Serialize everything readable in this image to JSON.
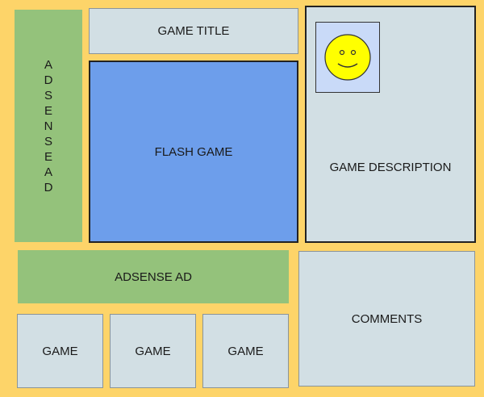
{
  "layout": {
    "ad_left_label": "ADSENSE AD",
    "game_title": "GAME TITLE",
    "flash_game": "FLASH GAME",
    "game_description": "GAME DESCRIPTION",
    "avatar_icon": "smiley-face-icon",
    "ad_bottom_label": "ADSENSE AD",
    "comments": "COMMENTS",
    "game_thumbs": [
      "GAME",
      "GAME",
      "GAME"
    ]
  },
  "colors": {
    "page_background": "#fdd469",
    "ad_green": "#94c27b",
    "flash_blue": "#6d9eeb",
    "panel_gray": "#d2dfe4",
    "avatar_bg": "#c9daf8",
    "smiley_yellow": "#ffff00"
  }
}
